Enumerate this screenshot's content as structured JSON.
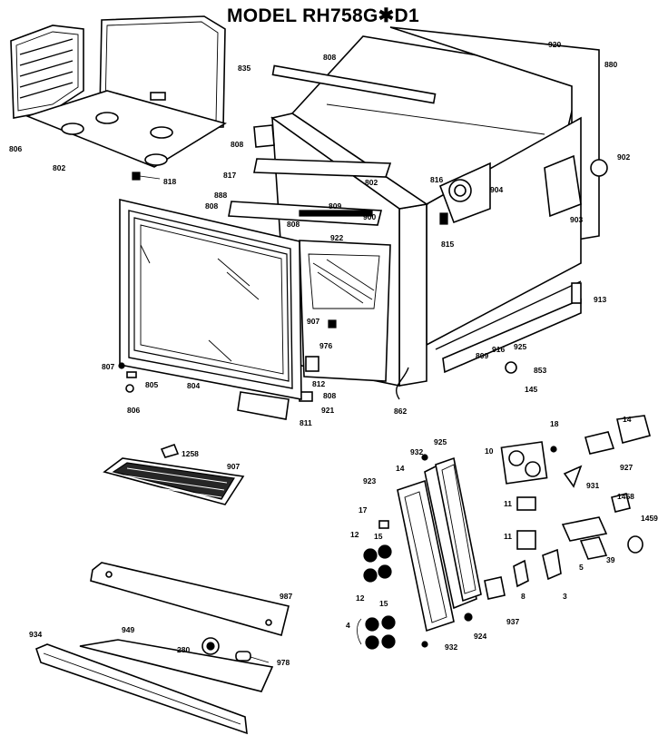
{
  "title": "MODEL RH758G✱D1",
  "part_labels": [
    {
      "id": "l01",
      "text": "835"
    },
    {
      "id": "l02",
      "text": "806"
    },
    {
      "id": "l03",
      "text": "802"
    },
    {
      "id": "l04",
      "text": "818"
    },
    {
      "id": "l05",
      "text": "808"
    },
    {
      "id": "l06",
      "text": "920"
    },
    {
      "id": "l07",
      "text": "880"
    },
    {
      "id": "l08",
      "text": "902"
    },
    {
      "id": "l09",
      "text": "808"
    },
    {
      "id": "l10",
      "text": "817"
    },
    {
      "id": "l11",
      "text": "888"
    },
    {
      "id": "l12",
      "text": "808"
    },
    {
      "id": "l13",
      "text": "809"
    },
    {
      "id": "l14",
      "text": "808"
    },
    {
      "id": "l15",
      "text": "900"
    },
    {
      "id": "l16",
      "text": "922"
    },
    {
      "id": "l17",
      "text": "802"
    },
    {
      "id": "l18",
      "text": "904"
    },
    {
      "id": "l19",
      "text": "903"
    },
    {
      "id": "l20",
      "text": "815"
    },
    {
      "id": "l21",
      "text": "816"
    },
    {
      "id": "l22",
      "text": "913"
    },
    {
      "id": "l23",
      "text": "907"
    },
    {
      "id": "l24",
      "text": "976"
    },
    {
      "id": "l25",
      "text": "809"
    },
    {
      "id": "l26",
      "text": "916"
    },
    {
      "id": "l27",
      "text": "925"
    },
    {
      "id": "l28",
      "text": "807"
    },
    {
      "id": "l29",
      "text": "805"
    },
    {
      "id": "l30",
      "text": "804"
    },
    {
      "id": "l31",
      "text": "806"
    },
    {
      "id": "l32",
      "text": "812"
    },
    {
      "id": "l33",
      "text": "808"
    },
    {
      "id": "l34",
      "text": "921"
    },
    {
      "id": "l35",
      "text": "811"
    },
    {
      "id": "l36",
      "text": "862"
    },
    {
      "id": "l37",
      "text": "853"
    },
    {
      "id": "l38",
      "text": "145"
    },
    {
      "id": "l39",
      "text": "1258"
    },
    {
      "id": "l40",
      "text": "907"
    },
    {
      "id": "l41",
      "text": "932"
    },
    {
      "id": "l42",
      "text": "925"
    },
    {
      "id": "l43",
      "text": "14"
    },
    {
      "id": "l44",
      "text": "923"
    },
    {
      "id": "l45",
      "text": "17"
    },
    {
      "id": "l46",
      "text": "12"
    },
    {
      "id": "l47",
      "text": "15"
    },
    {
      "id": "l48",
      "text": "12"
    },
    {
      "id": "l49",
      "text": "15"
    },
    {
      "id": "l50",
      "text": "4"
    },
    {
      "id": "l51",
      "text": "924"
    },
    {
      "id": "l52",
      "text": "932"
    },
    {
      "id": "l53",
      "text": "10"
    },
    {
      "id": "l54",
      "text": "18"
    },
    {
      "id": "l55",
      "text": "14"
    },
    {
      "id": "l56",
      "text": "927"
    },
    {
      "id": "l57",
      "text": "931"
    },
    {
      "id": "l58",
      "text": "11"
    },
    {
      "id": "l59",
      "text": "11"
    },
    {
      "id": "l60",
      "text": "1458"
    },
    {
      "id": "l61",
      "text": "1459"
    },
    {
      "id": "l62",
      "text": "5"
    },
    {
      "id": "l63",
      "text": "39"
    },
    {
      "id": "l64",
      "text": "8"
    },
    {
      "id": "l65",
      "text": "3"
    },
    {
      "id": "l66",
      "text": "937"
    },
    {
      "id": "l67",
      "text": "987"
    },
    {
      "id": "l68",
      "text": "934"
    },
    {
      "id": "l69",
      "text": "949"
    },
    {
      "id": "l70",
      "text": "280"
    },
    {
      "id": "l71",
      "text": "978"
    }
  ]
}
